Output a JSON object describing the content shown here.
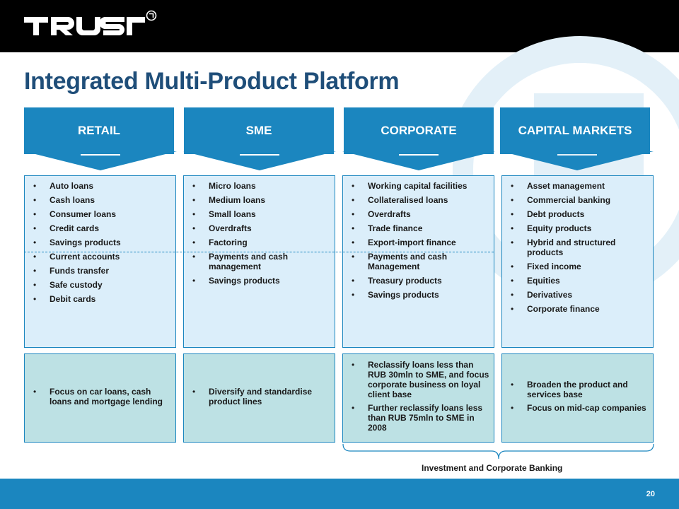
{
  "brand": {
    "logo_text": "TRUST",
    "accent": "#1b86bf",
    "title_color": "#1f4e79",
    "product_bg": "#dbeefa",
    "focus_bg": "#bde1e4"
  },
  "slide": {
    "title": "Integrated Multi-Product Platform",
    "page_number": "20"
  },
  "columns": [
    {
      "header": "RETAIL",
      "products": [
        "Auto loans",
        "Cash loans",
        "Consumer loans",
        "Credit cards",
        "Savings products",
        "Current accounts",
        "Funds transfer",
        "Safe custody",
        "Debit cards"
      ],
      "focus": [
        "Focus on car loans, cash loans and mortgage lending"
      ]
    },
    {
      "header": "SME",
      "products": [
        "Micro loans",
        "Medium loans",
        "Small loans",
        "Overdrafts",
        "Factoring",
        "Payments and cash management",
        "Savings products"
      ],
      "focus": [
        "Diversify and standardise product lines"
      ]
    },
    {
      "header": "CORPORATE",
      "products": [
        "Working capital facilities",
        "Collateralised loans",
        "Overdrafts",
        "Trade finance",
        "Export-import finance",
        "Payments and cash Management",
        "Treasury products",
        "Savings products"
      ],
      "focus": [
        "Reclassify loans less than RUB 30mln to SME, and focus corporate business on loyal client base",
        "Further reclassify loans less than RUB 75mln to SME in 2008"
      ]
    },
    {
      "header": "CAPITAL MARKETS",
      "products": [
        "Asset management",
        "Commercial banking",
        "Debt products",
        "Equity products",
        "Hybrid and structured products",
        "Fixed income",
        "Equities",
        "Derivatives",
        "Corporate finance"
      ],
      "focus": [
        "Broaden the product and services base",
        "Focus on mid-cap companies"
      ]
    }
  ],
  "brace_label": "Investment and Corporate Banking"
}
